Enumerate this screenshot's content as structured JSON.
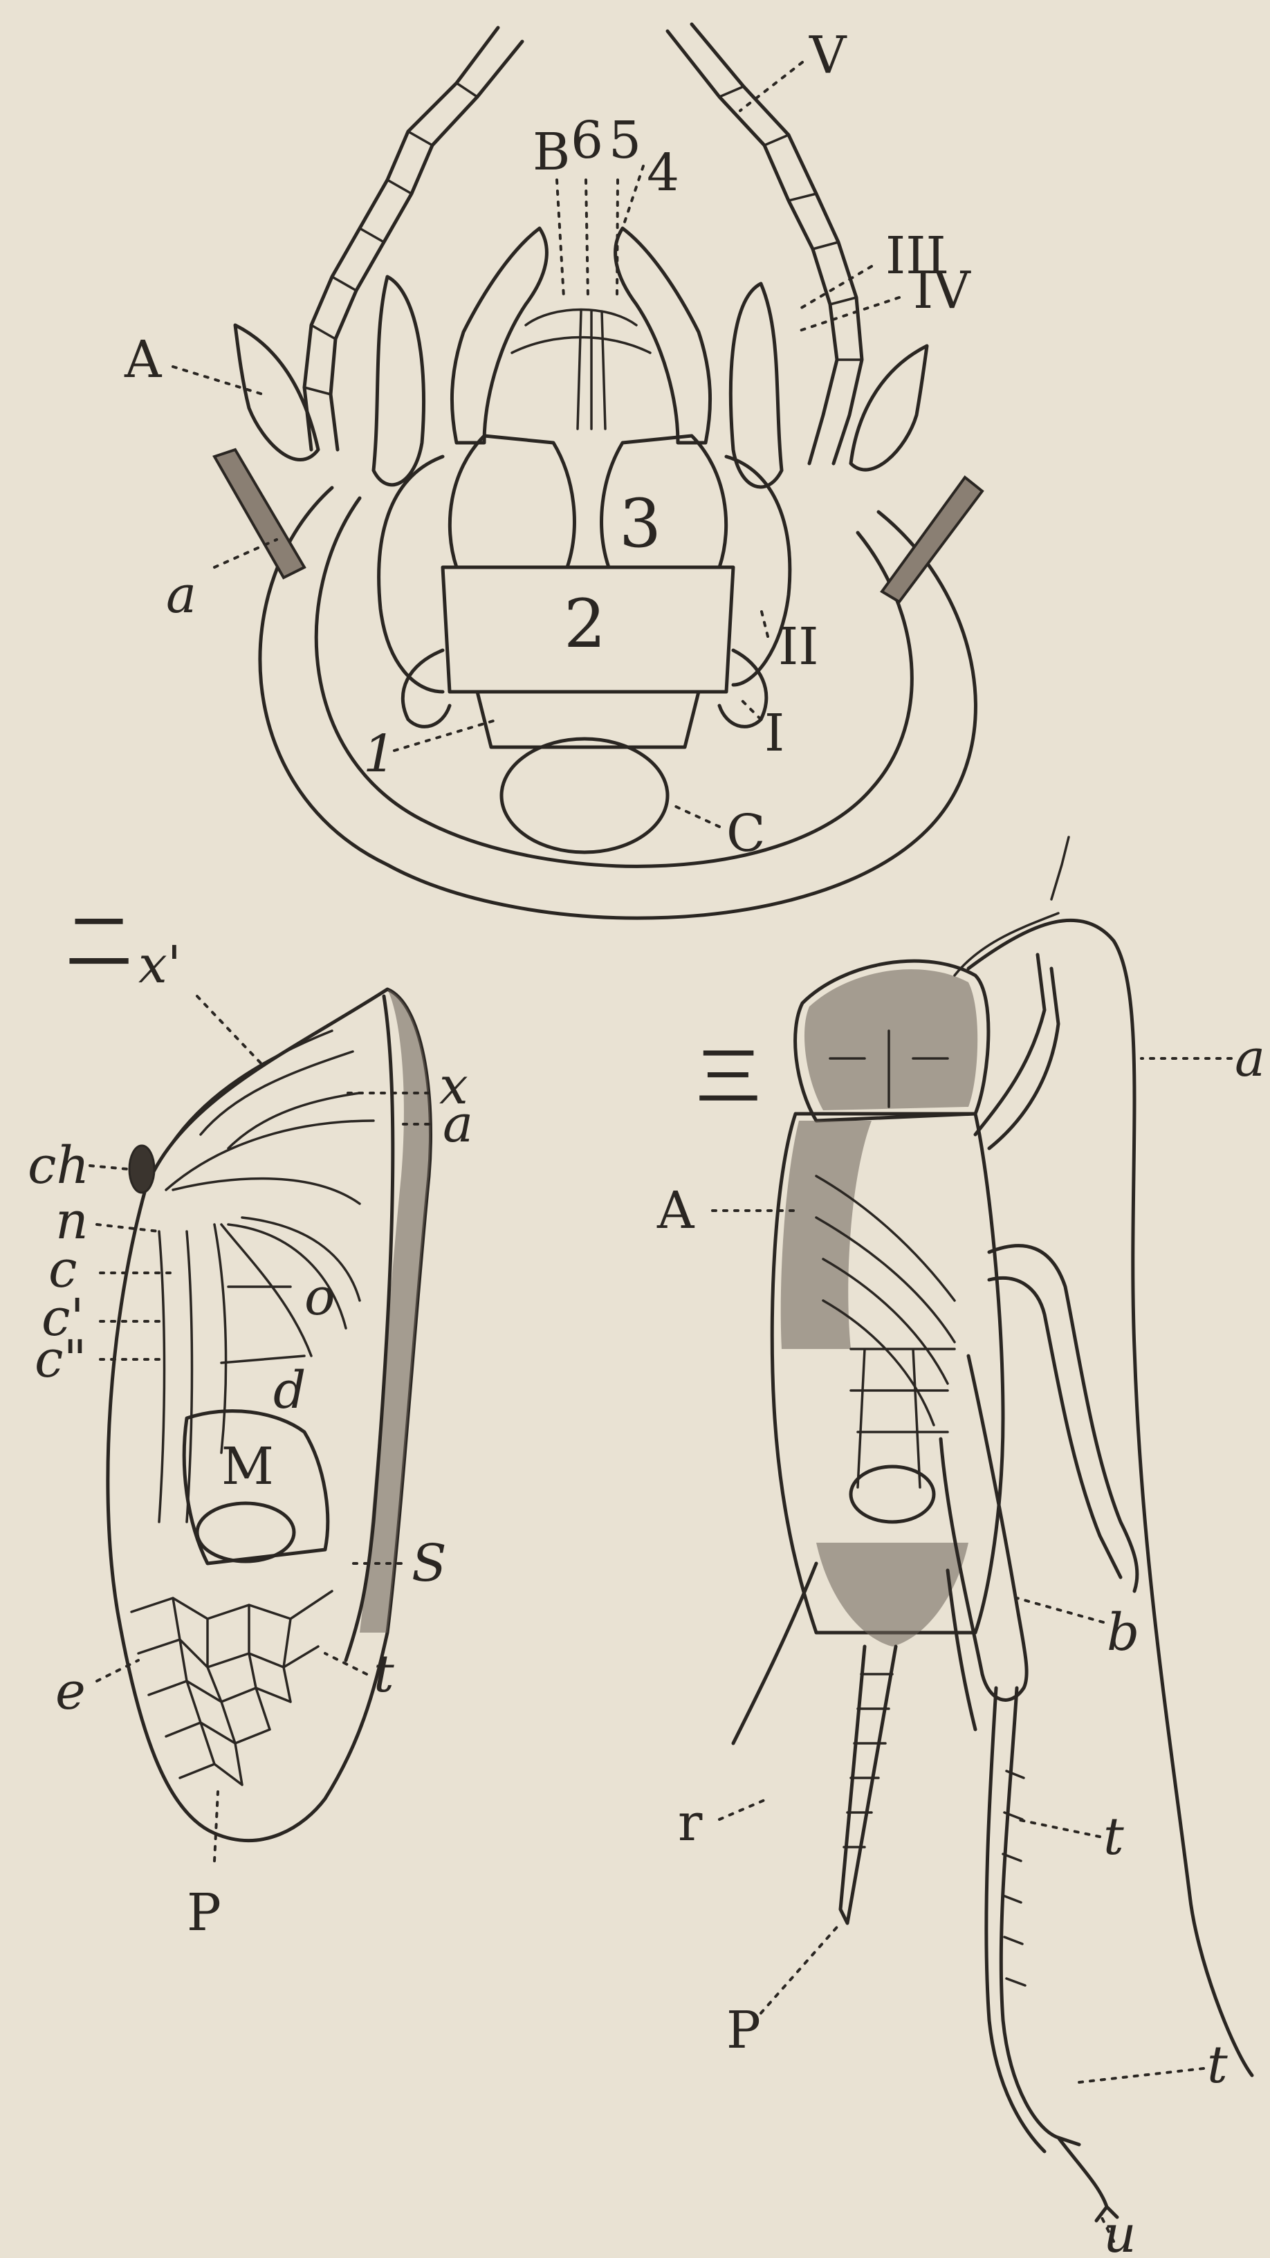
{
  "figure1": {
    "labels": {
      "V": "V",
      "B": "B",
      "six": "6",
      "five": "5",
      "four": "4",
      "III": "III",
      "IV": "IV",
      "A": "A",
      "a": "a",
      "three": "3",
      "two": "2",
      "II": "II",
      "I": "I",
      "one": "1",
      "C": "C"
    }
  },
  "figure2": {
    "number": "二",
    "labels": {
      "x_prime": "x'",
      "x": "x",
      "a": "a",
      "ch": "ch",
      "n": "n",
      "c": "c",
      "c_prime": "c'",
      "c_dprime": "c\"",
      "o": "o",
      "d": "d",
      "M": "M",
      "S": "S",
      "e": "e",
      "t": "t",
      "P": "P"
    }
  },
  "figure3": {
    "number": "三",
    "labels": {
      "a": "a",
      "A": "A",
      "b": "b",
      "r": "r",
      "t1": "t",
      "P": "P",
      "t2": "t",
      "u": "u"
    }
  }
}
